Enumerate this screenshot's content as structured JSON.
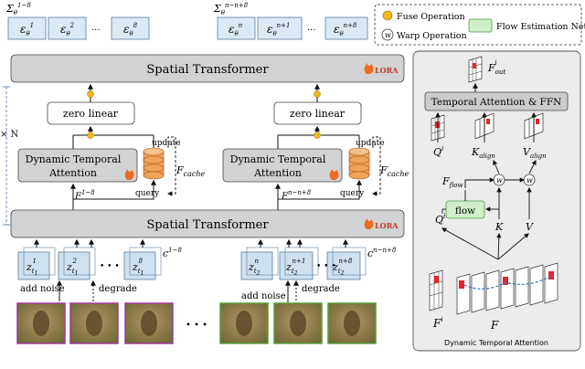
{
  "legend": {
    "fuse": "Fuse Operation",
    "warp_symbol": "w",
    "warp": "Warp Operation",
    "flow_net": "Flow Estimation Net"
  },
  "top_groups": {
    "left": {
      "sigma": "Σ",
      "theta": "θ",
      "sup": "1~8",
      "eps": [
        "ε",
        "ε",
        "ε"
      ],
      "eps_sup": [
        "1",
        "2",
        "8"
      ],
      "eps_sub": "θ"
    },
    "right": {
      "sigma": "Σ",
      "theta": "θ",
      "sup": "n~n+8",
      "eps": [
        "ε",
        "ε",
        "ε"
      ],
      "eps_sup": [
        "n",
        "n+1",
        "n+8"
      ],
      "eps_sub": "θ"
    },
    "dots": "..."
  },
  "main": {
    "spatial_transformer_top": "Spatial Transformer",
    "spatial_transformer_bottom": "Spatial Transformer",
    "lora": "LORA",
    "repeat": "× N",
    "zero_linear": "zero linear",
    "dta_line1": "Dynamic Temporal",
    "dta_line2": "Attention",
    "update": "update",
    "query": "query",
    "f_cache_base": "F",
    "f_cache_sub": "cache",
    "f_feat_base": "F",
    "f_left_sup": "1~8",
    "f_right_sup": "n~n+8",
    "latent_base": "z",
    "latent_left": [
      {
        "sup": "1",
        "sub": "1"
      },
      {
        "sup": "2",
        "sub": "1"
      },
      {
        "sup": "8",
        "sub": "1"
      }
    ],
    "latent_right": [
      {
        "sup": "n",
        "sub": "2"
      },
      {
        "sup": "n+1",
        "sub": "2"
      },
      {
        "sup": "n+8",
        "sub": "2"
      }
    ],
    "latent_t": "t",
    "cond_base": "c",
    "cond_left_sup": "1~8",
    "cond_right_sup": "n~n+8",
    "add_noise": "add noise",
    "degrade": "degrade",
    "ellipsis": "• • •",
    "frames_ellipsis": "• • •"
  },
  "panel": {
    "title": "Dynamic Temporal Attention",
    "f_out_base": "F",
    "f_out_sup": "i",
    "f_out_sub": "out",
    "tafn": "Temporal Attention & FFN",
    "q_base": "Q",
    "q_sup": "i",
    "k_align_base": "K",
    "k_align_sub": "align",
    "v_align_base": "V",
    "v_align_sub": "align",
    "f_flow_base": "F",
    "f_flow_sub": "flow",
    "flow": "flow",
    "k_base": "K",
    "v_base": "V",
    "fi_base": "F",
    "fi_sup": "i",
    "f_base": "F",
    "w_symbol": "w"
  },
  "colors": {
    "box_gray": "#d0d2d4",
    "zero_linear_fill": "#ffffff",
    "dta_fill": "#d0d2d4",
    "panel_bg": "#ececec",
    "eps_blue": "#dbe9f4",
    "latent_blue": "#cfe0ee",
    "cache_orange": "#f0a35a",
    "fuse_yellow": "#f2b81c",
    "flow_green": "#cfeec9",
    "red_patch": "#e8232a",
    "lora_orange": "#ee6b1e",
    "photo_border_left": "#9b3a9a",
    "photo_border_right": "#5a9b3a"
  }
}
